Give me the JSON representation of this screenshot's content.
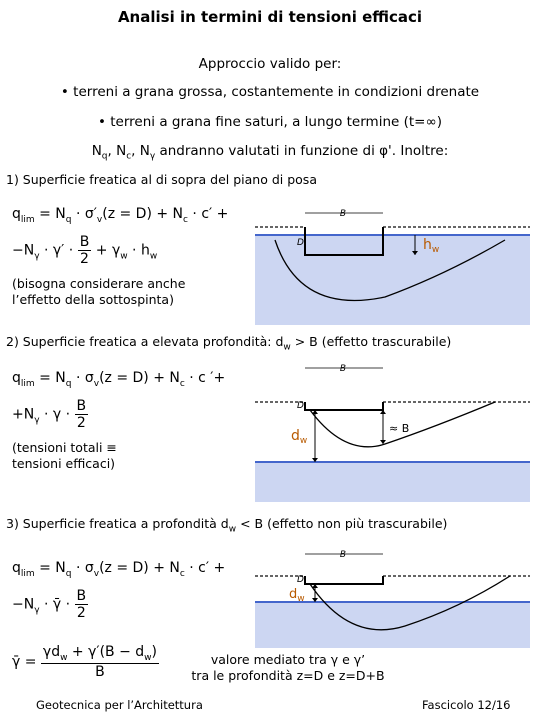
{
  "page": {
    "title": "Analisi in termini di tensioni efficaci",
    "intro": "Approccio valido per:",
    "bullet1": "• terreni a grana grossa, costantemente in condizioni drenate",
    "bullet2": "• terreni a grana fine saturi, a lungo termine (t=∞)",
    "coeff_text_tail": " andranno valutati in funzione di φ'. Inoltre:"
  },
  "case1": {
    "heading": "1) Superficie freatica al di sopra del piano di posa",
    "note_line1": "(bisogna considerare anche",
    "note_line2": "l’effetto della sottospinta)",
    "label_hw": "h",
    "label_hw_sub": "w",
    "label_B": "B",
    "label_D": "D"
  },
  "case2": {
    "heading": "2) Superficie freatica a elevata profondità: d",
    "heading_sub": "w",
    "heading_tail": " > B (effetto trascurabile)",
    "note_line1": "(tensioni totali ≡",
    "note_line2": "tensioni efficaci)",
    "label_dw": "d",
    "label_dw_sub": "w",
    "label_approxB": "≈ B",
    "label_B": "B",
    "label_D": "D"
  },
  "case3": {
    "heading": "3) Superficie freatica a profondità d",
    "heading_sub": "w",
    "heading_tail": " < B (effetto non più trascurabile)",
    "label_dw": "d",
    "label_dw_sub": "w",
    "label_B": "B",
    "label_D": "D",
    "mean_line1": "valore mediato tra γ e γ’",
    "mean_line2": "tra le profondità z=D e z=D+B"
  },
  "footer": {
    "left": "Geotecnica per l’Architettura",
    "right": "Fascicolo 12/16"
  },
  "colors": {
    "water": "#ccd6f2",
    "water_line": "#4466cc",
    "label_orange": "#b85a00"
  }
}
